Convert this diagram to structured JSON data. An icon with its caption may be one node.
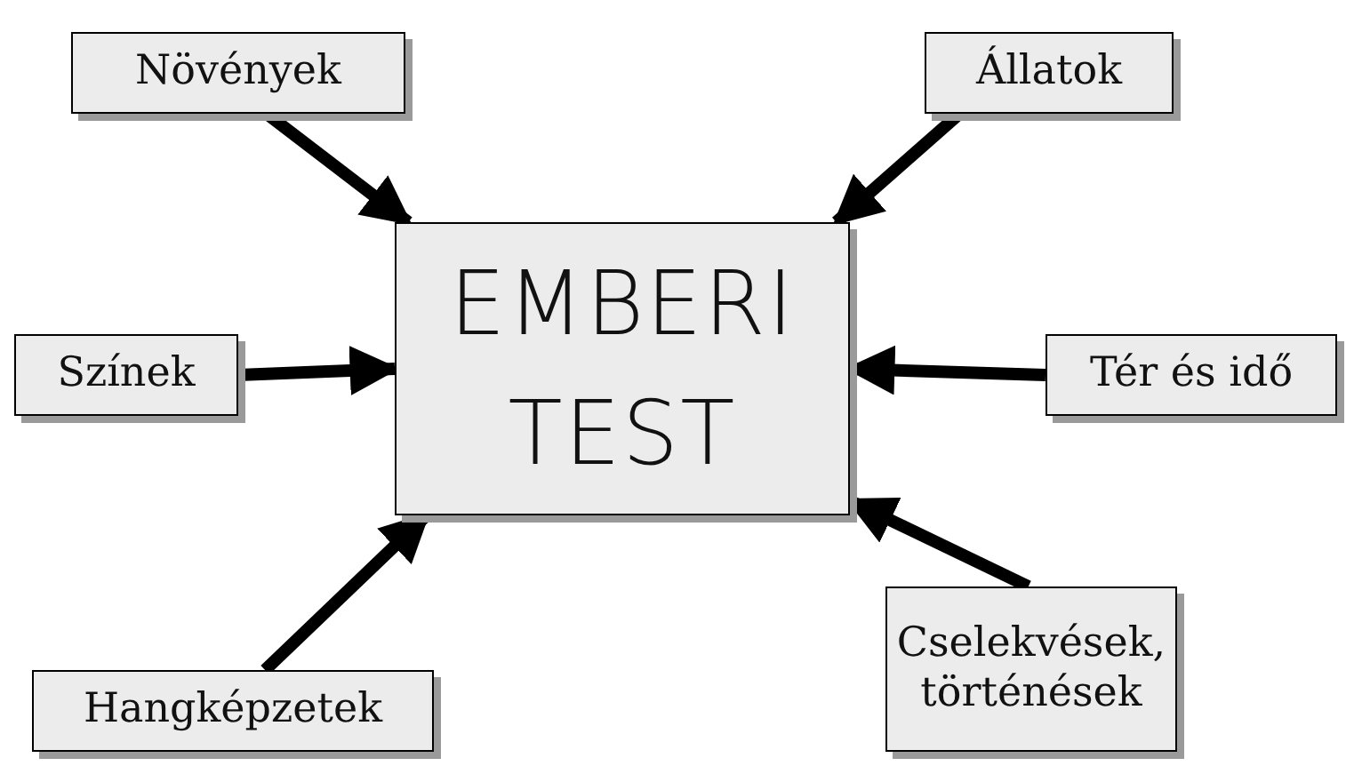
{
  "diagram": {
    "nodes": [
      {
        "text": [
          "EMBERI TEST"
        ]
      },
      {
        "text": [
          "Növények"
        ]
      },
      {
        "text": [
          "Állatok"
        ]
      },
      {
        "text": [
          "Színek"
        ]
      },
      {
        "text": [
          "Tér és idő"
        ]
      },
      {
        "text": [
          "Hangképzetek"
        ]
      },
      {
        "text": [
          "Cselekvések, történések"
        ]
      }
    ],
    "edges": [
      {
        "from": 1,
        "to": 0,
        "arrow": "to"
      },
      {
        "from": 2,
        "to": 0,
        "arrow": "to"
      },
      {
        "from": 3,
        "to": 0,
        "arrow": "to"
      },
      {
        "from": 4,
        "to": 0,
        "arrow": "to"
      },
      {
        "from": 5,
        "to": 0,
        "arrow": "to"
      },
      {
        "from": 6,
        "to": 0,
        "arrow": "to"
      }
    ]
  }
}
